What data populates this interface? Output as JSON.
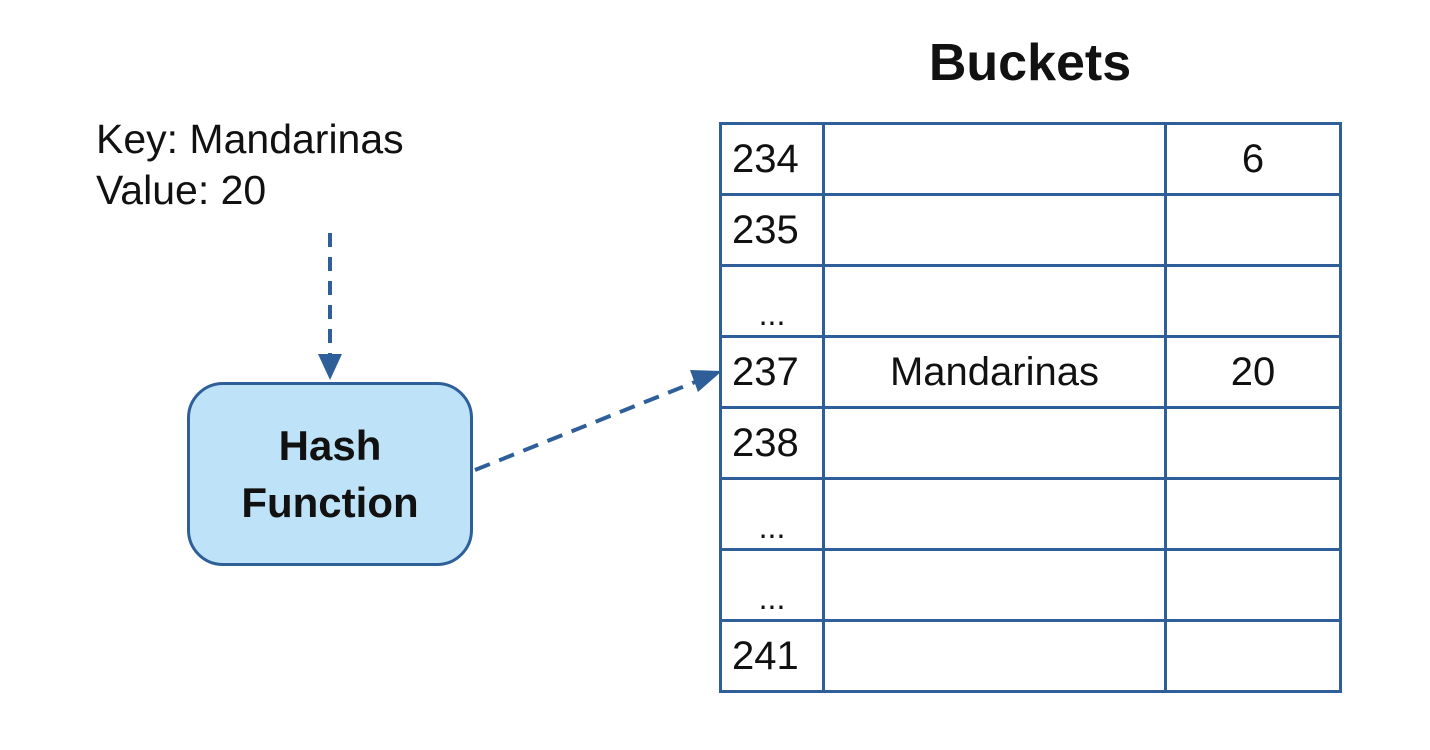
{
  "input": {
    "key_line": "Key: Mandarinas",
    "value_line": "Value: 20"
  },
  "hash_function": {
    "line1": "Hash",
    "line2": "Function"
  },
  "buckets": {
    "title": "Buckets",
    "rows": [
      {
        "index": "234",
        "key": "",
        "value": "6"
      },
      {
        "index": "235",
        "key": "",
        "value": ""
      },
      {
        "index": "...",
        "key": "",
        "value": ""
      },
      {
        "index": "237",
        "key": "Mandarinas",
        "value": "20"
      },
      {
        "index": "238",
        "key": "",
        "value": ""
      },
      {
        "index": "...",
        "key": "",
        "value": ""
      },
      {
        "index": "...",
        "key": "",
        "value": ""
      },
      {
        "index": "241",
        "key": "",
        "value": ""
      }
    ]
  },
  "colors": {
    "border": "#2e5f99",
    "hash_fill": "#bee3f8",
    "text": "#111111"
  }
}
